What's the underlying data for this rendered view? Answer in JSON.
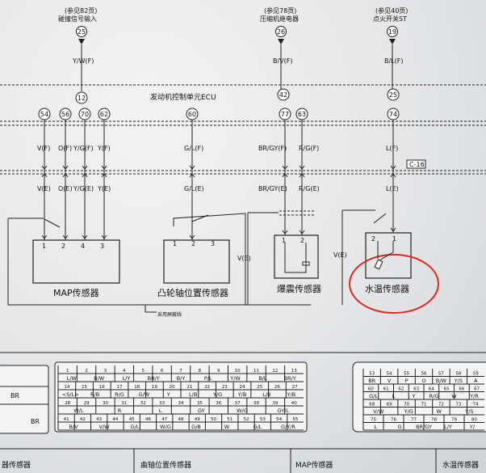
{
  "top_refs": [
    {
      "ref": "(参见82页)",
      "name": "碰撞信号输入",
      "node": "25",
      "wire": "Y/W(F)",
      "pin": "12"
    },
    {
      "ref": "(参见78页)",
      "name": "压缩机继电器",
      "node": "26",
      "wire": "B/V(F)",
      "pin": "42"
    },
    {
      "ref": "(参见40页)",
      "name": "点火开关ST",
      "node": "19",
      "wire": "B/L(F)",
      "pin": "25"
    }
  ],
  "ecu_label": "发动机控制单元ECU",
  "ecu_pins": [
    "54",
    "56",
    "70",
    "62",
    "60",
    "77",
    "63",
    "74"
  ],
  "wires_f": [
    "V(F)",
    "O(F)",
    "Y/G(F)",
    "Y(F)",
    "G/L(F)",
    "BR/GY(F)",
    "R/G(F)",
    "L(F)"
  ],
  "wires_e": [
    "V(E)",
    "O(E)",
    "Y/G(E)",
    "Y(E)",
    "G/L(E)",
    "BR/GY(E)",
    "R/G(E)",
    "L(E)"
  ],
  "connector_tag": "C-16",
  "ve_labels": [
    "V(E)",
    "V(E)"
  ],
  "sensors": [
    {
      "label": "MAP传感器",
      "pins": [
        "1",
        "2",
        "4",
        "3"
      ]
    },
    {
      "label": "凸轮轴位置传感器",
      "pins": [
        "1",
        "2",
        "3"
      ]
    },
    {
      "label": "爆震传感器",
      "pins": [
        "1",
        "2"
      ]
    },
    {
      "label": "水温传感器",
      "pins": [
        "2",
        "1"
      ]
    }
  ],
  "shield_label": "采用屏蔽线",
  "highlight_color": "#e0281e",
  "bottom_labels": [
    "器传感器",
    "曲轴位置传感器",
    "MAP传感器",
    "水温传感器"
  ],
  "conn_left_pins": [
    "BR",
    "BR"
  ],
  "conn_mid_rows": [
    [
      "1",
      "2",
      "3",
      "4",
      "5",
      "6",
      "7",
      "8",
      "9",
      "10",
      "11",
      "12",
      "13"
    ],
    [
      "L/W",
      "B/W",
      "L/Y",
      "BR/Y",
      "B/Y",
      "P/L",
      "Y/W",
      "B/L",
      "BR/Y"
    ],
    [
      "14",
      "15",
      "16",
      "17",
      "18",
      "19",
      "20",
      "21",
      "22",
      "23",
      "24",
      "25",
      "26",
      "27"
    ],
    [
      "<S/L>",
      "R/B",
      "R/G",
      "G/W",
      "Y",
      "L/B",
      "Y/G",
      "Y/B",
      "L/B",
      "Y/B"
    ],
    [
      "28",
      "29",
      "30",
      "31",
      "32",
      "33",
      "34",
      "35",
      "36",
      "37",
      "38",
      "39",
      "40"
    ],
    [
      "W/L",
      "R",
      "L",
      "GY",
      "W/G",
      "GY/L"
    ],
    [
      "41",
      "42",
      "43",
      "44",
      "45",
      "46",
      "47",
      "48",
      "49",
      "50",
      "51",
      "52",
      "53",
      "54",
      "55"
    ],
    [
      "B/V",
      "V/W",
      "G/L",
      "W/G",
      "G/B",
      "W",
      "G/L",
      "G/Y/R"
    ]
  ],
  "conn_right_rows": [
    [
      "53",
      "54",
      "55",
      "56",
      "57",
      "58",
      "59"
    ],
    [
      "BR",
      "V",
      "P",
      "O",
      "B/W",
      "Y/S",
      "A"
    ],
    [
      "60",
      "61",
      "62",
      "63",
      "64",
      "65",
      "66",
      "67"
    ],
    [
      "G/L",
      "L",
      "Y",
      "R/G",
      "W",
      "Y/R"
    ],
    [
      "68",
      "69",
      "70",
      "71",
      "72",
      "73",
      "74"
    ],
    [
      "V/W",
      "Y/G",
      "W",
      "Y/S"
    ],
    [
      "75",
      "76",
      "77",
      "78",
      "79",
      "80"
    ],
    [
      "L",
      "G",
      "BR/GY",
      "L/Y",
      "Y/"
    ]
  ]
}
